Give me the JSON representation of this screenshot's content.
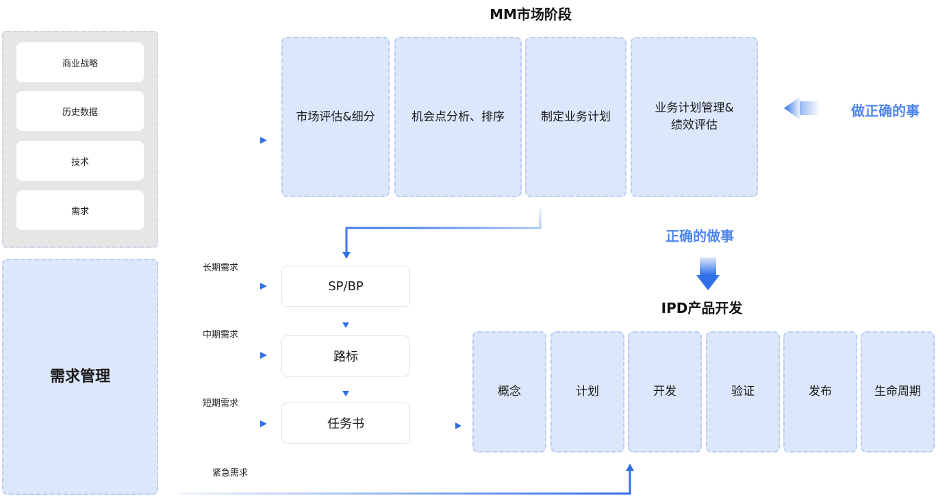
{
  "mm_title": "MM市场阶段",
  "ipd_title": "IPD产品开发",
  "do_right_things": "做正确的事",
  "do_things_right": "正确的做事",
  "inputs": [
    "商业战略",
    "历史数据",
    "技术",
    "需求"
  ],
  "demand_management": "需求管理",
  "mm_steps": [
    "市场评估&细分",
    "机会点分析、排序",
    "制定业务计划",
    "业务计划管理&\n绩效评估"
  ],
  "plan_chain": [
    "SP/BP",
    "路标",
    "任务书"
  ],
  "demand_labels": {
    "long_term": "长期需求",
    "mid_term": "中期需求",
    "short_term": "短期需求",
    "urgent": "紧急需求"
  },
  "ipd_steps": [
    "概念",
    "计划",
    "开发",
    "验证",
    "发布",
    "生命周期"
  ],
  "colors": {
    "accent": "#2f6fe8",
    "box_fill": "#dde7fc",
    "box_border": "#b9ccf3",
    "panel_gray": "#e6e6e6"
  }
}
